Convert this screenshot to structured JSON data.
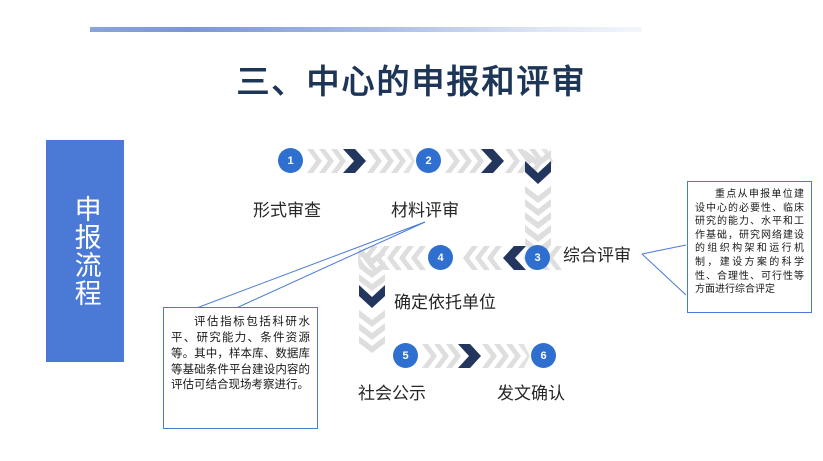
{
  "slide": {
    "title": "三、中心的申报和评审",
    "side_banner_label": "申报流程",
    "accent_blue": "#4a7ad6",
    "step_circle_blue": "#2f6fd0",
    "title_navy": "#1d3557",
    "chevron_gray": "#dcdcdc",
    "chevron_navy": "#23365e"
  },
  "flow": {
    "steps": [
      {
        "number": "1",
        "label": "形式审查"
      },
      {
        "number": "2",
        "label": "材料评审"
      },
      {
        "number": "3",
        "label": "综合评审"
      },
      {
        "number": "4",
        "label": "确定依托单位"
      },
      {
        "number": "5",
        "label": "社会公示"
      },
      {
        "number": "6",
        "label": "发文确认"
      }
    ]
  },
  "notes": {
    "left": "评估指标包括科研水平、研究能力、条件资源等。其中，样本库、数据库等基础条件平台建设内容的评估可结合现场考察进行。",
    "right": "重点从申报单位建设中心的必要性、临床研究的能力、水平和工作基础，研究网络建设的组织构架和运行机制，建设方案的科学性、合理性、可行性等方面进行综合评定"
  }
}
